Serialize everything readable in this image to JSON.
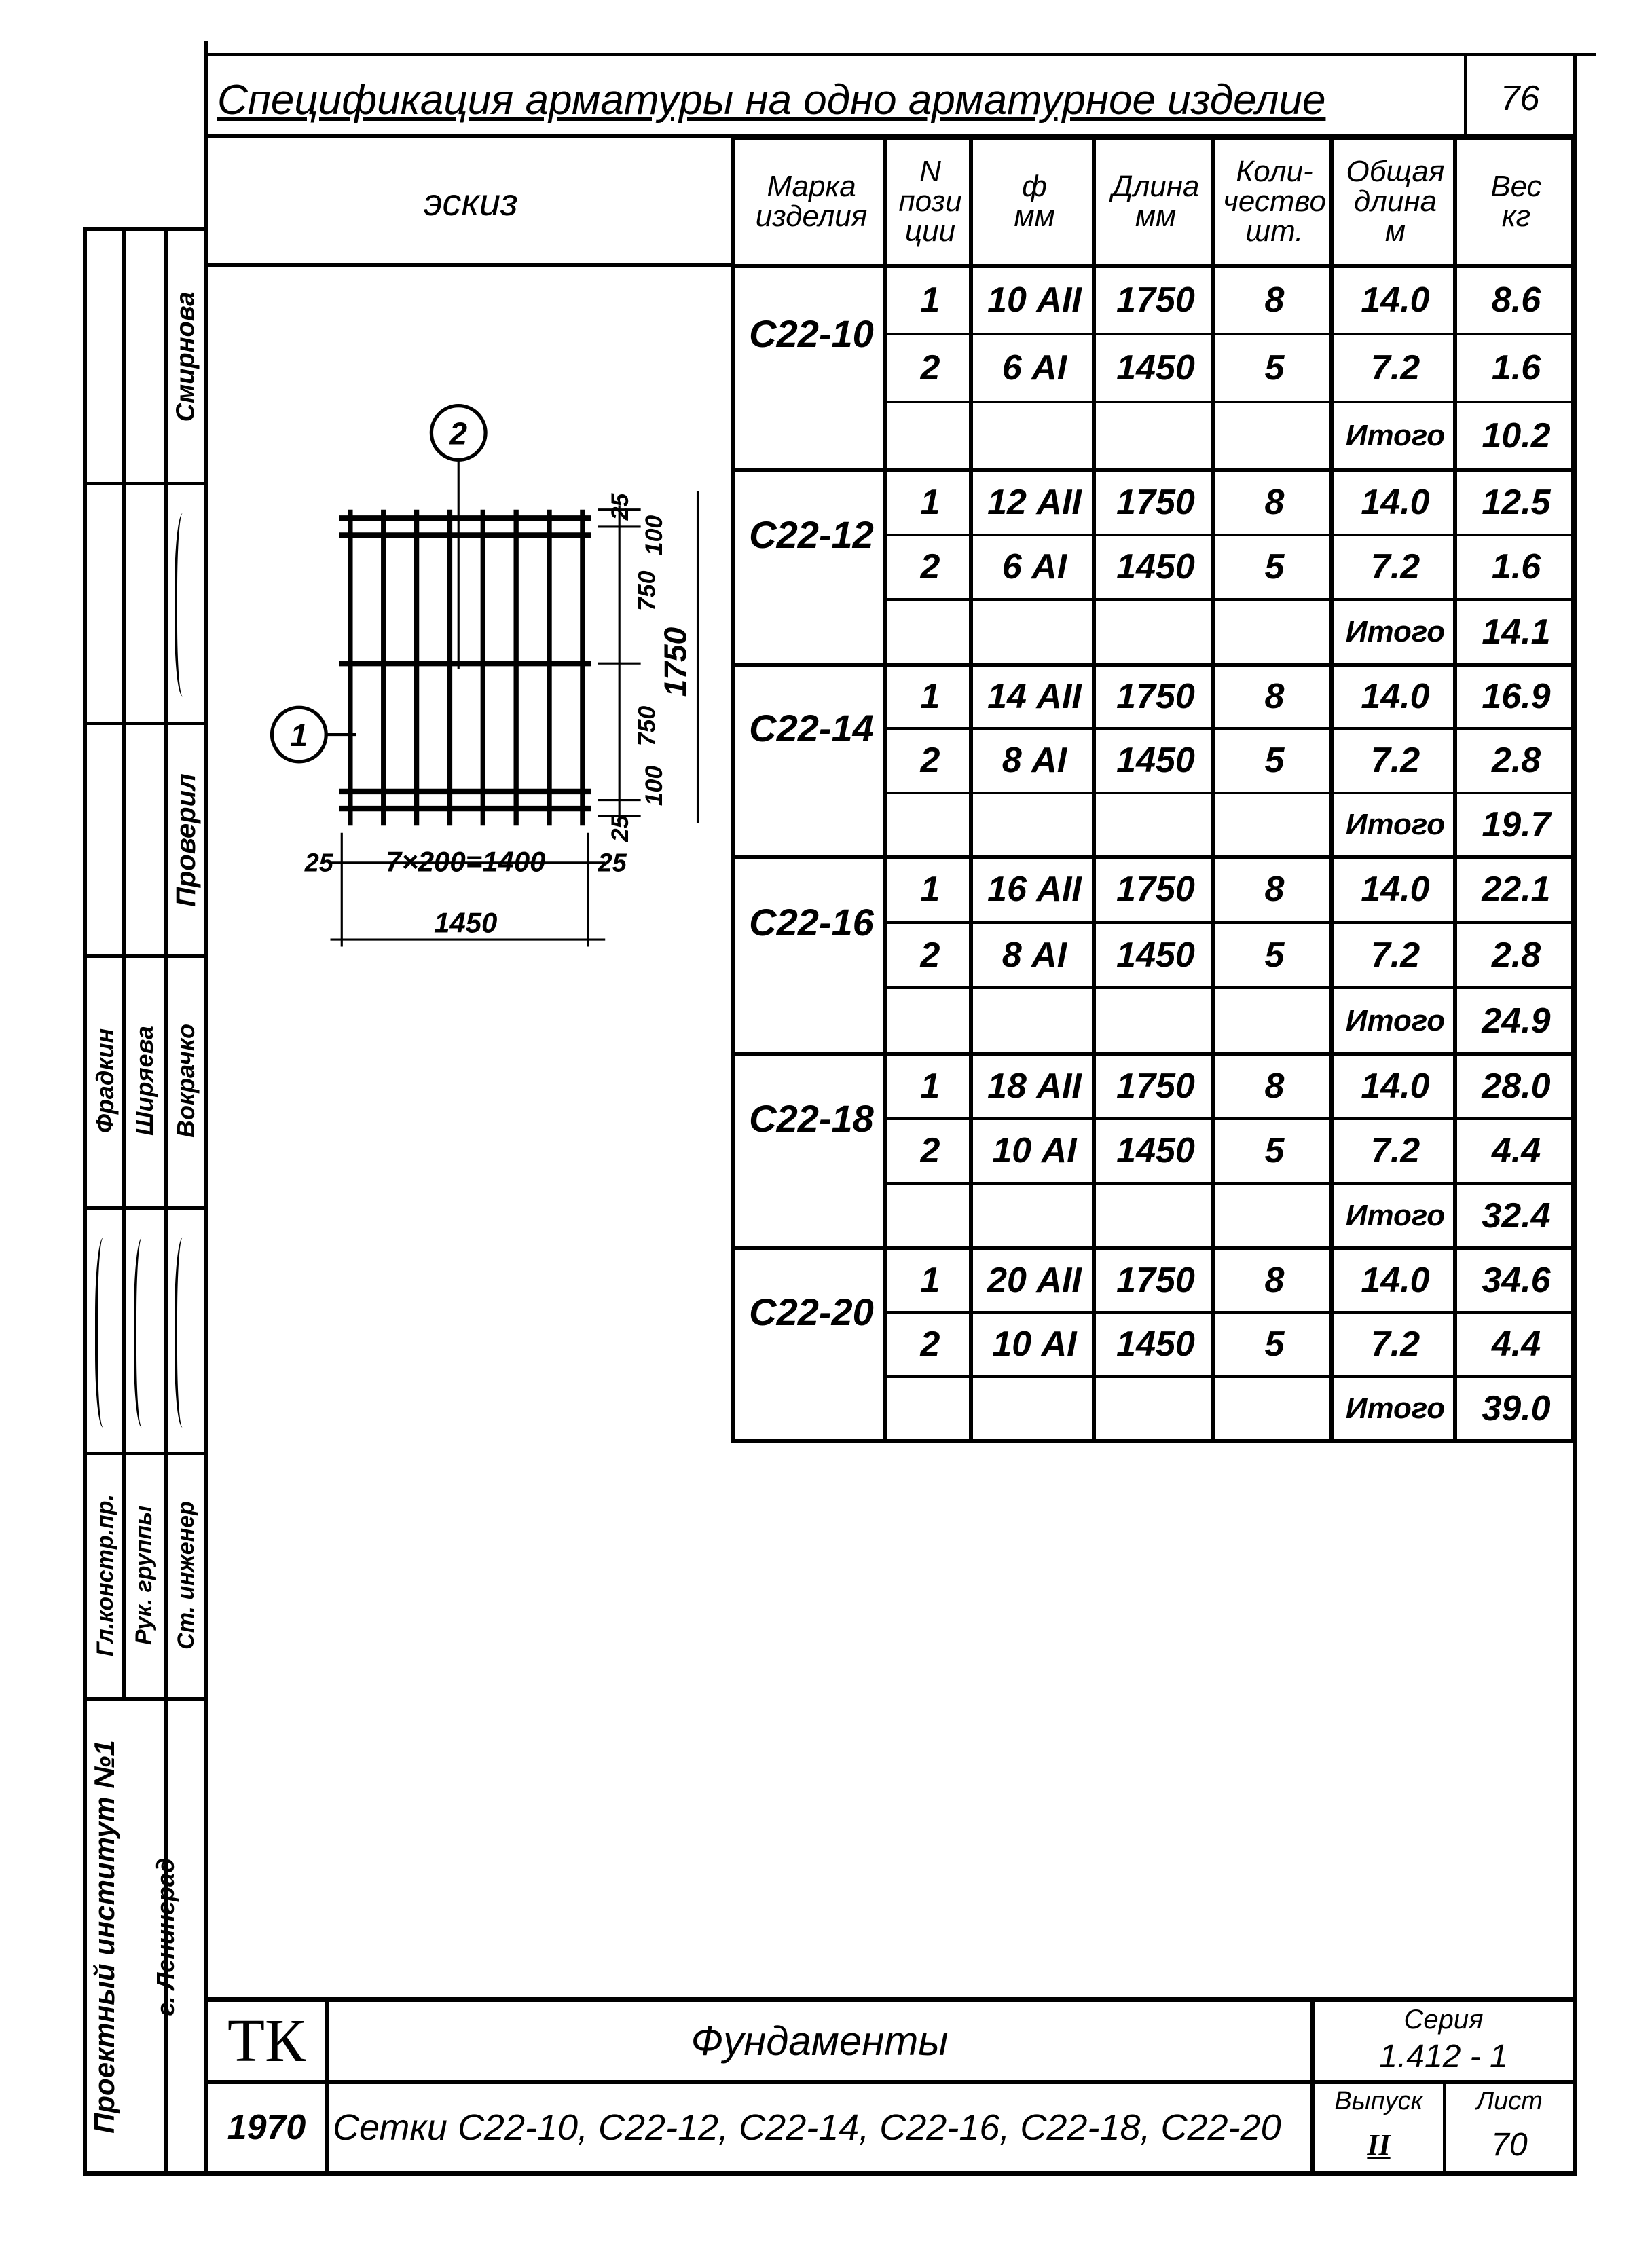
{
  "title": "Спецификация арматуры на одно арматурное изделие",
  "page_corner": "76",
  "sketch": {
    "header": "эскиз",
    "position_labels": [
      "1",
      "2"
    ],
    "dims_vertical": [
      "25",
      "100",
      "750",
      "750",
      "100",
      "25"
    ],
    "dim_total_height": "1750",
    "dims_horizontal": [
      "25",
      "7×200=1400",
      "25"
    ],
    "dim_total_width": "1450"
  },
  "table": {
    "headers": [
      "Марка\nизделия",
      "N\nпози\nции",
      "ф\nмм",
      "Длина\nмм",
      "Коли-\nчество\nшт.",
      "Общая\nдлина\nм",
      "Вес\nкг"
    ],
    "total_label": "Итого",
    "groups": [
      {
        "mark": "С22-10",
        "rows": [
          [
            "1",
            "10 АII",
            "1750",
            "8",
            "14.0",
            "8.6"
          ],
          [
            "2",
            "6 АI",
            "1450",
            "5",
            "7.2",
            "1.6"
          ]
        ],
        "total": "10.2"
      },
      {
        "mark": "С22-12",
        "rows": [
          [
            "1",
            "12 АII",
            "1750",
            "8",
            "14.0",
            "12.5"
          ],
          [
            "2",
            "6 АI",
            "1450",
            "5",
            "7.2",
            "1.6"
          ]
        ],
        "total": "14.1"
      },
      {
        "mark": "С22-14",
        "rows": [
          [
            "1",
            "14 АII",
            "1750",
            "8",
            "14.0",
            "16.9"
          ],
          [
            "2",
            "8 АI",
            "1450",
            "5",
            "7.2",
            "2.8"
          ]
        ],
        "total": "19.7"
      },
      {
        "mark": "С22-16",
        "rows": [
          [
            "1",
            "16 АII",
            "1750",
            "8",
            "14.0",
            "22.1"
          ],
          [
            "2",
            "8 АI",
            "1450",
            "5",
            "7.2",
            "2.8"
          ]
        ],
        "total": "24.9"
      },
      {
        "mark": "С22-18",
        "rows": [
          [
            "1",
            "18 АII",
            "1750",
            "8",
            "14.0",
            "28.0"
          ],
          [
            "2",
            "10 АI",
            "1450",
            "5",
            "7.2",
            "4.4"
          ]
        ],
        "total": "32.4"
      },
      {
        "mark": "С22-20",
        "rows": [
          [
            "1",
            "20 АII",
            "1750",
            "8",
            "14.0",
            "34.6"
          ],
          [
            "2",
            "10 АI",
            "1450",
            "5",
            "7.2",
            "4.4"
          ]
        ],
        "total": "39.0"
      }
    ]
  },
  "stamp_strip": {
    "institute": "Проектный институт №1",
    "city": "г. Ленинград",
    "roles": [
      "Гл.констр.пр.",
      "Рук. группы",
      "Ст. инженер"
    ],
    "names": [
      "Фрадкин",
      "Ширяева",
      "Вокрачко"
    ],
    "checked_label": "Проверил",
    "checked_name": "Смирнова"
  },
  "title_block": {
    "code": "ТК",
    "year": "1970",
    "subject": "Фундаменты",
    "sheet_title": "Сетки С22-10, С22-12, С22-14, С22-16, С22-18, С22-20",
    "series_label": "Серия",
    "series_value": "1.412 - 1",
    "issue_label": "Выпуск",
    "issue_value": "II",
    "sheet_label": "Лист",
    "sheet_value": "70"
  }
}
